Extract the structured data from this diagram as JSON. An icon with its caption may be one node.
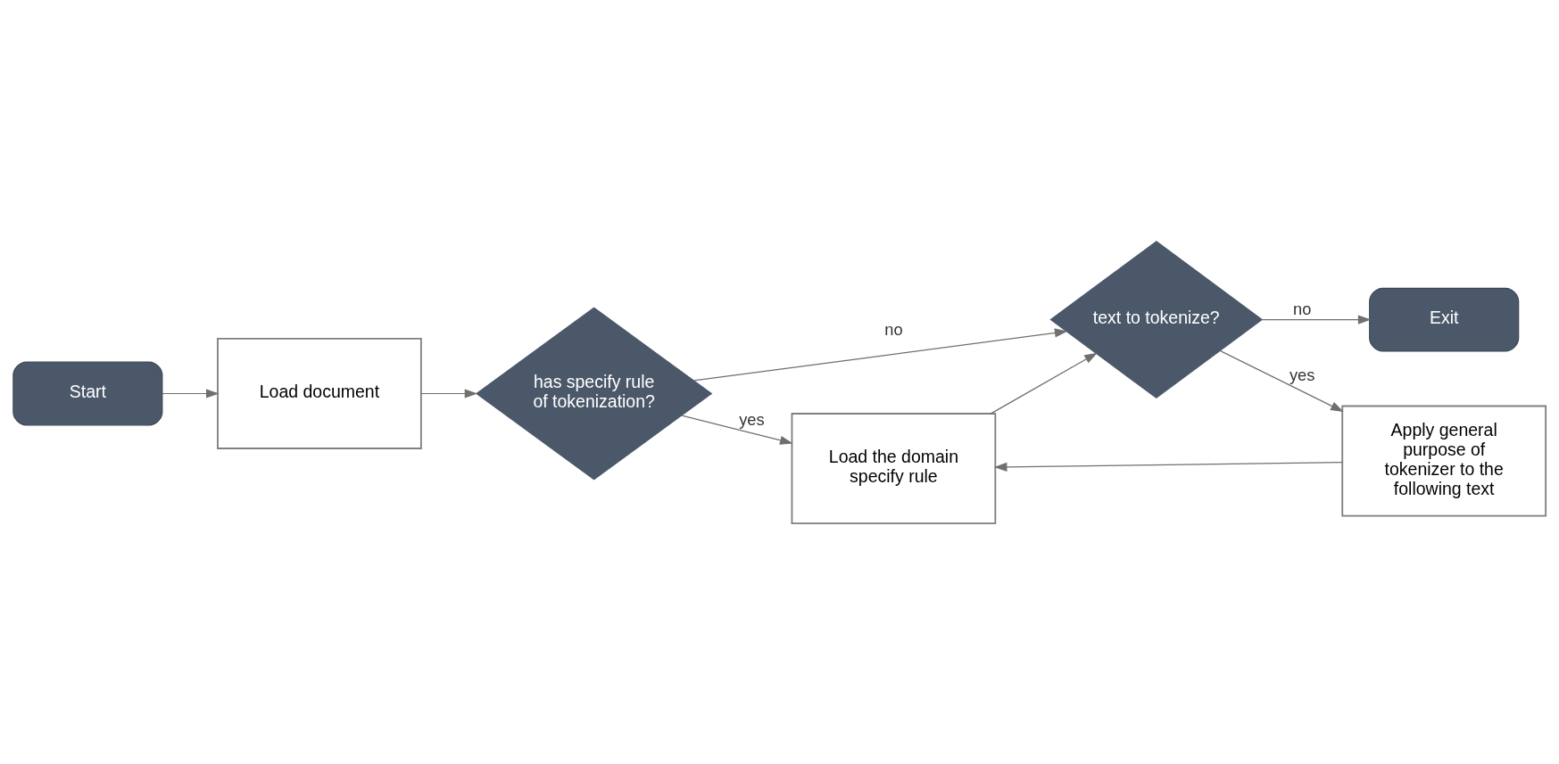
{
  "diagram": {
    "nodes": [
      {
        "text": [
          "Start"
        ]
      },
      {
        "text": [
          "Load document"
        ]
      },
      {
        "text": [
          "has specify rule of tokenization?"
        ]
      },
      {
        "text": [
          "Load the domain specify rule"
        ]
      },
      {
        "text": [
          "text to tokenize?"
        ]
      },
      {
        "text": [
          "Exit"
        ]
      },
      {
        "text": [
          "Apply general purpose of tokenizer to the following text"
        ]
      }
    ],
    "edges": [
      {
        "from": 0,
        "to": 1,
        "arrow": "to"
      },
      {
        "from": 1,
        "to": 2,
        "arrow": "to"
      },
      {
        "from": 2,
        "to": 3,
        "arrow": "to",
        "label": "yes"
      },
      {
        "from": 2,
        "to": 4,
        "arrow": "to",
        "label": "no"
      },
      {
        "from": 3,
        "to": 4,
        "arrow": "to"
      },
      {
        "from": 4,
        "to": 5,
        "arrow": "to",
        "label": "no"
      },
      {
        "from": 4,
        "to": 6,
        "arrow": "to",
        "label": "yes"
      },
      {
        "from": 6,
        "to": 3,
        "arrow": "to"
      }
    ]
  }
}
